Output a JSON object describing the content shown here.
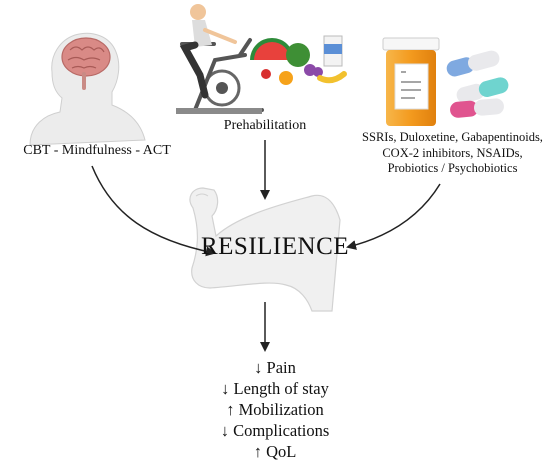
{
  "interventions": {
    "left": {
      "text": "CBT - Mindfulness - ACT",
      "icon": "brain-head-icon"
    },
    "top": {
      "text": "Prehabilitation",
      "icon": "exercise-bike-nutrition-icon"
    },
    "right": {
      "lines": [
        "SSRIs, Duloxetine, Gabapentinoids,",
        "COX-2 inhibitors, NSAIDs,",
        "Probiotics / Psychobiotics"
      ],
      "icon": "pills-bottle-icon"
    }
  },
  "center": {
    "text": "RESILIENCE",
    "icon": "flexed-arm-icon"
  },
  "outcomes": [
    "↓ Pain",
    "↓ Length of stay",
    "↑ Mobilization",
    "↓ Complications",
    "↑ QoL"
  ],
  "colors": {
    "arrow": "#222222",
    "brain": "#d98a86",
    "skin": "#e7e7e7",
    "bottle": "#f29a20",
    "capsule_blue": "#7fa9e0",
    "capsule_teal": "#6fd4cf",
    "capsule_pink": "#e0548f"
  }
}
